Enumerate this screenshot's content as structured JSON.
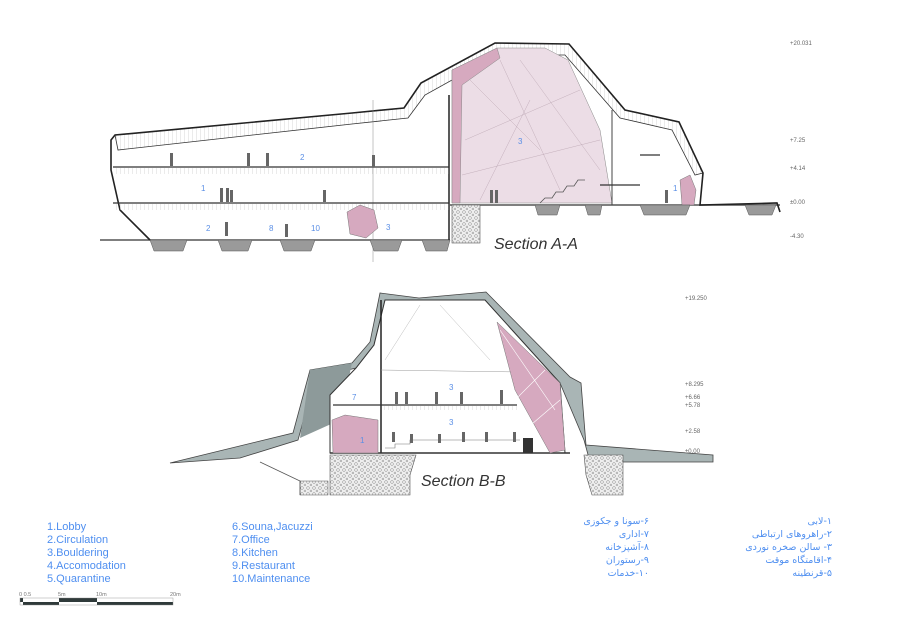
{
  "sections": [
    {
      "title": "Section A-A",
      "elevations": [
        "+20.031",
        "+7.25",
        "+4.14",
        "±0.00",
        "-4.30"
      ],
      "room_labels": [
        "2",
        "1",
        "2",
        "8",
        "10",
        "3",
        "3",
        "1"
      ]
    },
    {
      "title": "Section B-B",
      "elevations": [
        "+19.250",
        "+8.295",
        "+6.66",
        "+5.78",
        "+2.58",
        "±0.00"
      ],
      "room_labels": [
        "7",
        "3",
        "3",
        "1"
      ]
    }
  ],
  "legend_en": {
    "col1": [
      "1.Lobby",
      "2.Circulation",
      "3.Bouldering",
      "4.Accomodation",
      "5.Quarantine"
    ],
    "col2": [
      "6.Souna,Jacuzzi",
      "7.Office",
      "8.Kitchen",
      "9.Restaurant",
      "10.Maintenance"
    ]
  },
  "legend_fa": {
    "col1": [
      "۶-سونا و جکوزی",
      "۷-اداری",
      "۸-آشپزخانه",
      "۹-رستوران",
      "۱۰-خدمات"
    ],
    "col2": [
      "۱-لابی",
      "۲-راهروهای ارتباطی",
      "۳- سالن صخره نوردی",
      "۴-اقامتگاه موقت",
      "۵-قرنطینه"
    ]
  },
  "scale_bar": {
    "labels": [
      "0 0.5",
      "5m",
      "10m",
      "20m"
    ]
  },
  "colors": {
    "label_blue": "#4f8ff0",
    "climbing_pink": "#ecdde6",
    "pink_panel": "#d6a9bf",
    "shell_gray": "#a9b5b5",
    "line": "#333333"
  }
}
